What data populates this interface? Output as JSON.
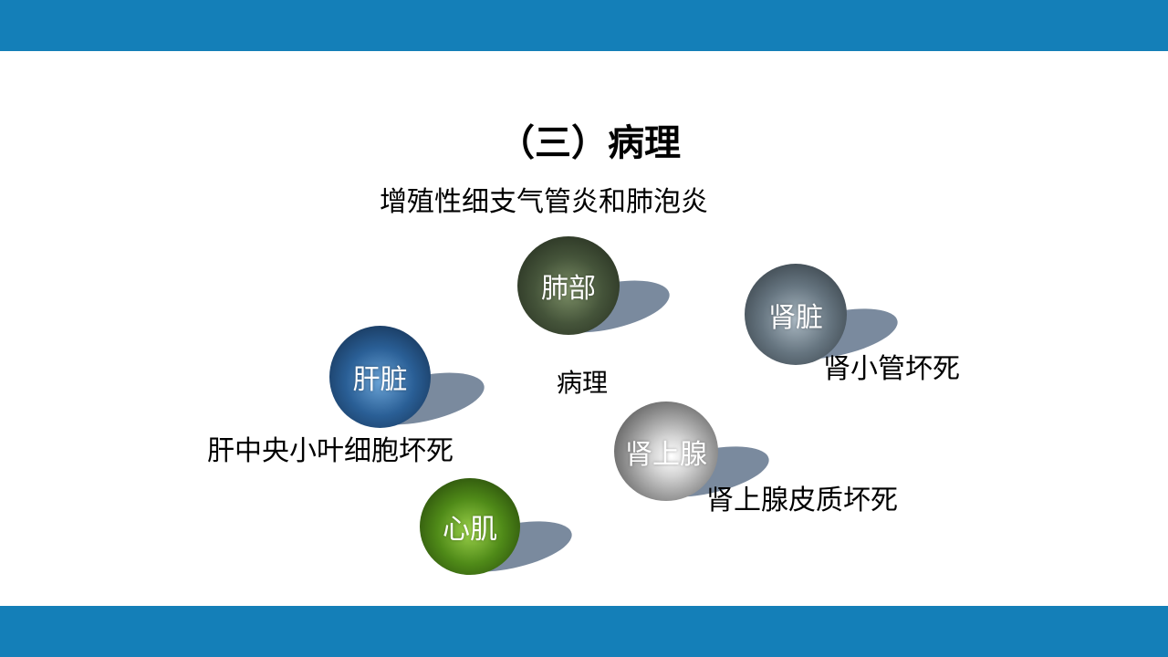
{
  "title": "（三）病理",
  "subtitle": "增殖性细支气管炎和肺泡炎",
  "center": "病理",
  "nodes": {
    "lung": {
      "label": "肺部",
      "color": "#3b4a30"
    },
    "kidney": {
      "label": "肾脏",
      "color": "#5b6a75"
    },
    "liver": {
      "label": "肝脏",
      "color": "#1f4f86"
    },
    "adrenal": {
      "label": "肾上腺",
      "color": "#9a9a9a"
    },
    "heart": {
      "label": "心肌",
      "color": "#3f6f12"
    }
  },
  "findings": {
    "kidney": "肾小管坏死",
    "liver": "肝中央小叶细胞坏死",
    "adrenal": "肾上腺皮质坏死"
  }
}
